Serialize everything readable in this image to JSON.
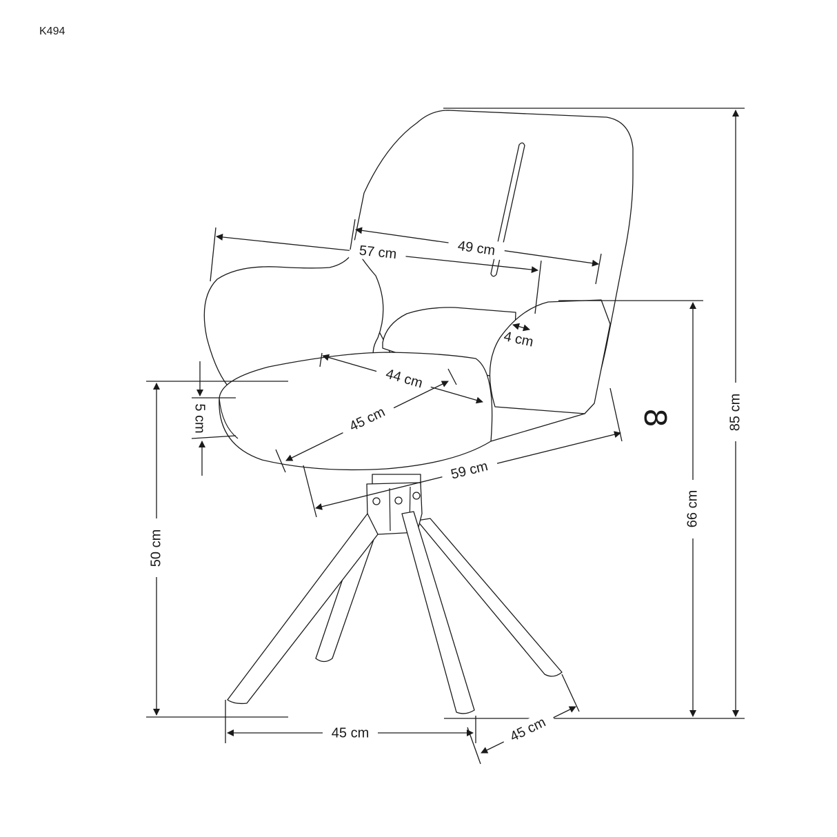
{
  "model_code": "K494",
  "rotation_symbol": "8",
  "colors": {
    "line": "#1a1a1a",
    "background": "#ffffff"
  },
  "dimensions": {
    "total_height": "85 cm",
    "armrest_height": "66 cm",
    "seat_height": "50 cm",
    "total_width": "57 cm",
    "backrest_width": "49 cm",
    "armrest_width": "4 cm",
    "seat_width": "44 cm",
    "seat_depth": "45 cm",
    "seat_thickness": "5 cm",
    "total_depth": "59 cm",
    "base_width": "45 cm",
    "base_depth": "45 cm"
  }
}
